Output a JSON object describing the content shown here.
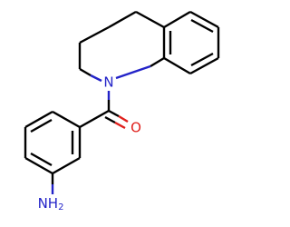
{
  "molecule": {
    "atoms": {
      "nitrogen_ring": {
        "symbol": "N"
      },
      "oxygen_carbonyl": {
        "symbol": "O"
      },
      "amine": {
        "symbol": "NH",
        "subscript": "2"
      }
    },
    "colors": {
      "bond": "#000000",
      "nitrogen": "#2323c8",
      "oxygen": "#e0201c",
      "background": "#ffffff"
    }
  }
}
